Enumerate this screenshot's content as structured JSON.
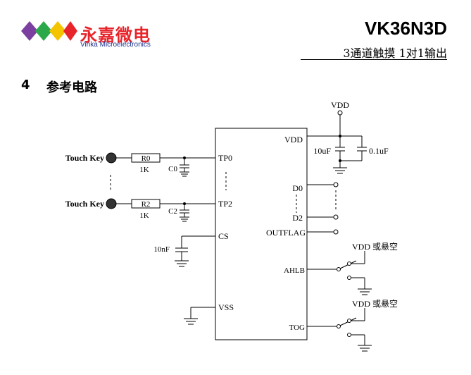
{
  "header": {
    "company_cn": "永嘉微电",
    "company_en": "Vinka Microelectronics",
    "part_number": "VK36N3D",
    "subtitle": "3通道触摸 1对1输出"
  },
  "section": {
    "number": "4",
    "title": "参考电路"
  },
  "schematic": {
    "top_vdd": "VDD",
    "pins": {
      "vdd": "VDD",
      "tp0": "TP0",
      "tp2": "TP2",
      "cs": "CS",
      "vss": "VSS",
      "d0": "D0",
      "d2": "D2",
      "outflag": "OUTFLAG",
      "ahlb": "AHLB",
      "tog": "TOG"
    },
    "touch_key_1": "Touch Key",
    "touch_key_2": "Touch Key",
    "r0": "R0",
    "r0_value": "1K",
    "r2": "R2",
    "r2_value": "1K",
    "c0": "C0",
    "c2": "C2",
    "c_10uf": "10uF",
    "c_01uf": "0.1uF",
    "c_cs": "10nF",
    "ahlb_option": "VDD  或悬空",
    "tog_option": "VDD  或悬空"
  },
  "colors": {
    "red": "#e8242b",
    "blue": "#1c2f8f",
    "purple": "#7b3fa0",
    "green": "#2aa84a",
    "yellow": "#f5c400"
  }
}
